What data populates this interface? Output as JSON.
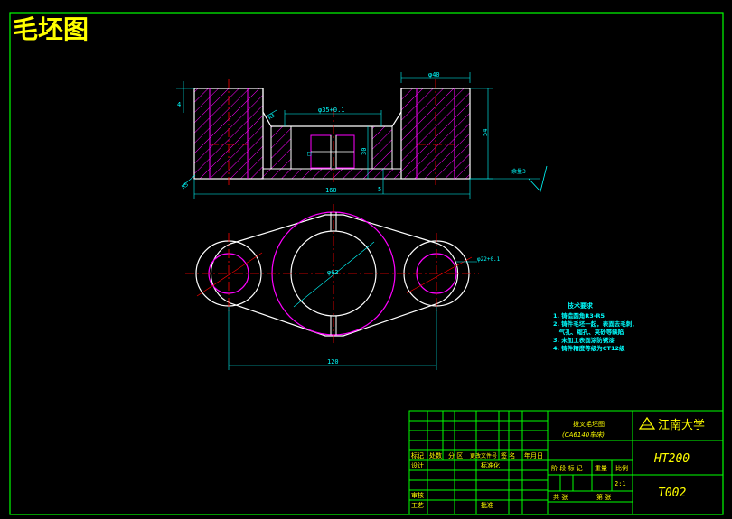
{
  "drawing": {
    "title": "毛坯图",
    "dims": {
      "top_phi40": "φ40",
      "phi35": "φ35+0.1",
      "r3": "R3",
      "h54": "54",
      "h30": "30",
      "h5": "5",
      "h4": "4",
      "w160": "160",
      "r5": "R5",
      "slot": "□",
      "hole_phi62": "φ62",
      "hole_phi22": "φ22+0.1",
      "w120": "120",
      "surface_mark": "余量3"
    },
    "notes": {
      "heading": "技术要求",
      "lines": [
        "1. 铸造圆角R3-R5",
        "2. 铸件毛坯一起，表面去毛刺，",
        "   气孔、缩孔、夹砂等缺陷",
        "3. 未加工表面涂防锈漆",
        "4. 铸件精度等级为CT12级"
      ]
    },
    "titleblock": {
      "part_name": "拨叉毛坯图",
      "part_sub": "(CA6140车床)",
      "school": "江南大学",
      "material": "HT200",
      "drawing_no": "T002",
      "labels": {
        "mark": "标记",
        "count": "处数",
        "zone": "分 区",
        "change_doc": "更改文件号",
        "sign": "签 名",
        "date": "年月日",
        "design": "设计",
        "standard": "标准化",
        "review": "审核",
        "process": "工艺",
        "approve": "批准",
        "stage": "阶 段 标 记",
        "weight": "重量",
        "scale": "比例",
        "scale_val": "2:1",
        "total": "共 张",
        "sheet": "第 张"
      }
    }
  },
  "colors": {
    "frame": "#00ff00",
    "outline": "#ffffff",
    "hatch": "#ff00ff",
    "center": "#ff0000",
    "title": "#ffff00",
    "notes": "#00ffff"
  }
}
